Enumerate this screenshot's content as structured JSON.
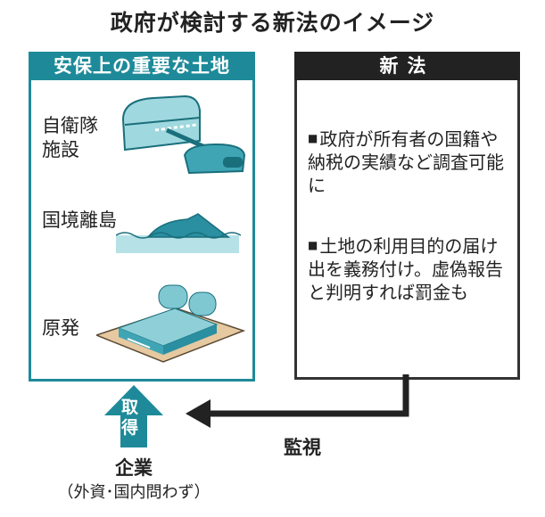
{
  "title": "政府が検討する新法のイメージ",
  "left_panel": {
    "header": "安保上の重要な土地",
    "items": [
      {
        "label_line1": "自衛隊",
        "label_line2": "施設",
        "icon": "military-base-tank-icon"
      },
      {
        "label_line1": "国境離島",
        "icon": "island-icon"
      },
      {
        "label_line1": "原発",
        "icon": "nuclear-plant-icon"
      }
    ]
  },
  "right_panel": {
    "header": "新法",
    "items": [
      "政府が所有者の国籍や納税の実績など調査可能に",
      "土地の利用目的の届け出を義務付け。虚偽報告と判明すれば罰金も"
    ]
  },
  "acquire_arrow": {
    "label": "取得"
  },
  "monitor_arrow": {
    "label": "監視"
  },
  "company": {
    "label": "企業",
    "note": "（外資･国内問わず）"
  },
  "colors": {
    "teal": "#1e8a99",
    "black": "#222222"
  }
}
